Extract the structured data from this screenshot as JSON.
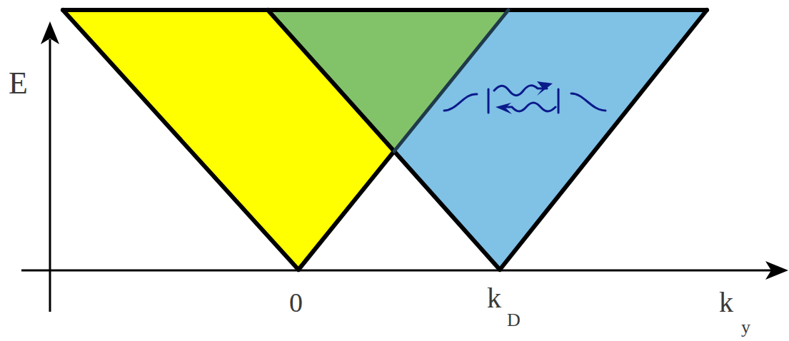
{
  "diagram": {
    "labels": [
      "E",
      "0",
      "k",
      "D",
      "k",
      "y"
    ]
  }
}
